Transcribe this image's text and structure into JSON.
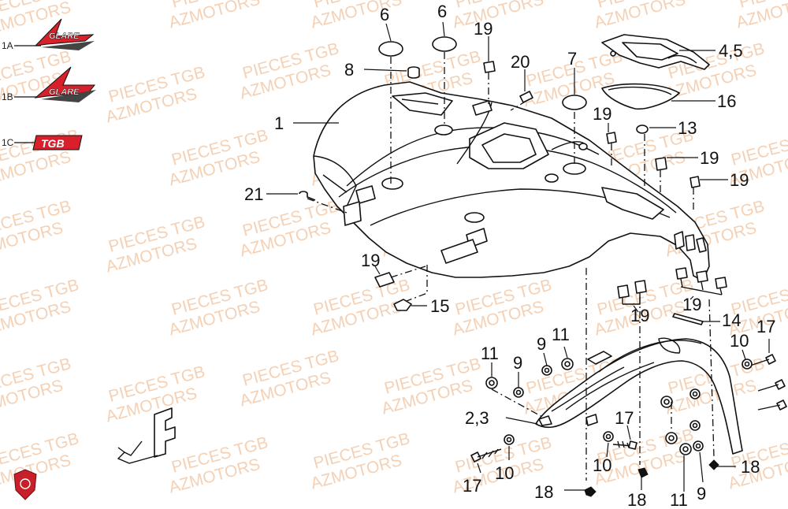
{
  "watermark": {
    "line1": "PIECES TGB",
    "line2": "AZMOTORS",
    "color": "#f3c9a8"
  },
  "decals": {
    "d1a": {
      "code": "1A",
      "logo_text": "GLARE"
    },
    "d1b": {
      "code": "1B",
      "logo_text": "GLARE"
    },
    "d1c": {
      "code": "1C",
      "logo_text": "TGB"
    }
  },
  "labels": {
    "p1": "1",
    "p23": "2,3",
    "p45": "4,5",
    "p6a": "6",
    "p6b": "6",
    "p7": "7",
    "p8": "8",
    "p9a": "9",
    "p9b": "9",
    "p9c": "9",
    "p10a": "10",
    "p10b": "10",
    "p10c": "10",
    "p11a": "11",
    "p11b": "11",
    "p11c": "11",
    "p13": "13",
    "p14": "14",
    "p15": "15",
    "p16": "16",
    "p17a": "17",
    "p17b": "17",
    "p17c": "17",
    "p18a": "18",
    "p18b": "18",
    "p18c": "18",
    "p19a": "19",
    "p19b": "19",
    "p19c": "19",
    "p19d": "19",
    "p19e": "19",
    "p19f": "19",
    "p19g": "19",
    "p20": "20",
    "p21": "21"
  },
  "colors": {
    "logo_red": "#d8202a",
    "line": "#111111"
  }
}
